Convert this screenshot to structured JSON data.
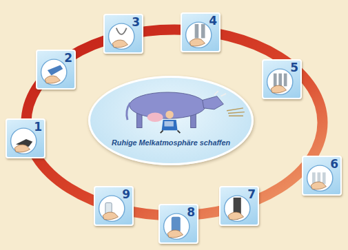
{
  "diagram": {
    "nodes": [
      {
        "text": [
          "1"
        ]
      },
      {
        "text": [
          "2"
        ]
      },
      {
        "text": [
          "3"
        ]
      },
      {
        "text": [
          "4"
        ]
      },
      {
        "text": [
          "5"
        ]
      },
      {
        "text": [
          "6"
        ]
      },
      {
        "text": [
          "7"
        ]
      },
      {
        "text": [
          "8"
        ]
      },
      {
        "text": [
          "9"
        ]
      },
      {
        "text": [
          "Ruhige Melkatmosphäre schaffen"
        ]
      }
    ]
  }
}
